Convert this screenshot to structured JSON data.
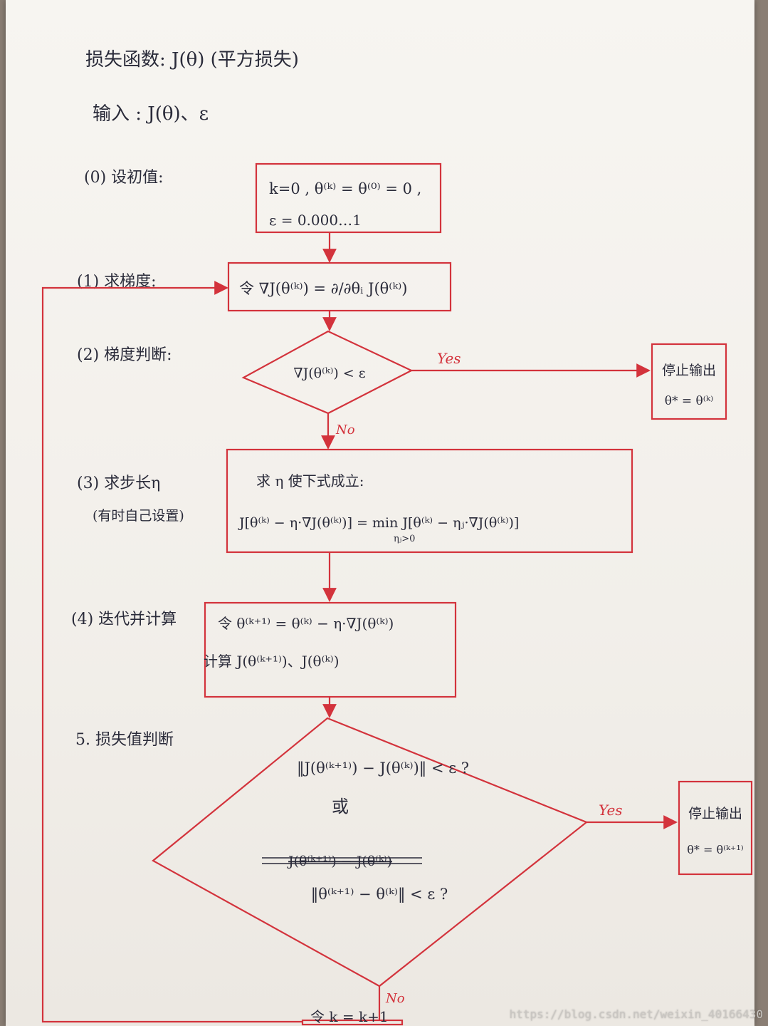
{
  "header": {
    "loss_line": "损失函数: J(θ) (平方损失)",
    "input_line": "输入 : J(θ)、ε"
  },
  "steps": [
    {
      "label": "(0) 设初值:",
      "lines": [
        "k=0 , θ⁽ᵏ⁾ = θ⁽⁰⁾ = 0 ,",
        "ε = 0.000…1"
      ]
    },
    {
      "label": "(1) 求梯度:",
      "lines": [
        "令 ∇J(θ⁽ᵏ⁾) = ∂/∂θᵢ J(θ⁽ᵏ⁾)"
      ]
    },
    {
      "label": "(2) 梯度判断:",
      "lines": [
        "∇J(θ⁽ᵏ⁾) < ε"
      ]
    },
    {
      "label": "(3) 求步长η",
      "sublabel": "(有时自己设置)",
      "lines": [
        "求 η 使下式成立:",
        "J[θ⁽ᵏ⁾ − η·∇J(θ⁽ᵏ⁾)] = min J[θ⁽ᵏ⁾ − ηⱼ·∇J(θ⁽ᵏ⁾)]"
      ],
      "min_sub": "ηⱼ>0"
    },
    {
      "label": "(4) 迭代并计算",
      "lines": [
        "令 θ⁽ᵏ⁺¹⁾ = θ⁽ᵏ⁾ − η·∇J(θ⁽ᵏ⁾)",
        "计算 J(θ⁽ᵏ⁺¹⁾)、J(θ⁽ᵏ⁾)"
      ]
    },
    {
      "label": "5. 损失值判断",
      "lines": [
        "‖J(θ⁽ᵏ⁺¹⁾) − J(θ⁽ᵏ⁾)‖ < ε ?",
        "或",
        "J(θ⁽ᵏ⁺¹⁾) − J(θ⁽ᵏ⁾)",
        "‖θ⁽ᵏ⁺¹⁾ − θ⁽ᵏ⁾‖ < ε ?"
      ]
    }
  ],
  "branches": {
    "yes": "Yes",
    "no": "No"
  },
  "outputs": [
    {
      "title": "停止输出",
      "value": "θ* = θ⁽ᵏ⁾"
    },
    {
      "title": "停止输出",
      "value": "θ* = θ⁽ᵏ⁺¹⁾"
    }
  ],
  "increment": "令 k = k+1",
  "watermark": "https://blog.csdn.net/weixin_40166430",
  "colors": {
    "ink": "#2a2b3a",
    "pen": "#d3333c",
    "paper": "#f5f3ef"
  }
}
